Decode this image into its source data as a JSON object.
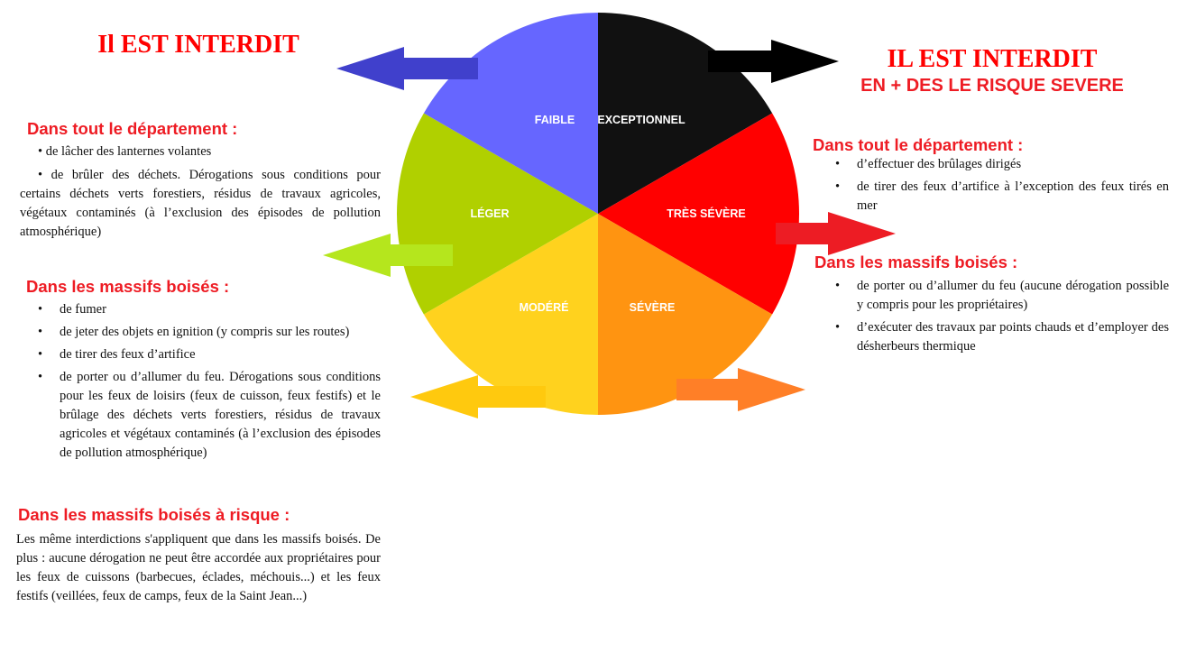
{
  "left": {
    "title": "Il EST INTERDIT",
    "sections": [
      {
        "heading": "Dans tout le département :",
        "items": [
          "de lâcher des lanternes volantes",
          "de brûler des déchets. Dérogations sous conditions pour certains déchets verts forestiers, résidus de travaux agricoles, végétaux contaminés (à l’exclusion des épisodes de pollution atmosphérique)"
        ]
      },
      {
        "heading": "Dans les massifs boisés :",
        "items": [
          "de fumer",
          "de jeter des objets en ignition (y compris sur les routes)",
          "de tirer des feux d’artifice",
          "de porter ou d’allumer du feu. Dérogations sous conditions pour les feux de loisirs (feux de cuisson, feux festifs) et le brûlage des déchets verts forestiers, résidus de travaux agricoles et végétaux contaminés (à l’exclusion des épisodes de pollution atmosphérique)"
        ]
      },
      {
        "heading": "Dans les massifs boisés à risque :",
        "text": "Les même interdictions s'appliquent que dans les massifs boisés. De plus : aucune dérogation ne peut être accordée aux propriétaires pour les feux de cuissons (barbecues, éclades, méchouis...) et les feux festifs (veillées, feux de camps, feux de la Saint Jean...)"
      }
    ]
  },
  "right": {
    "title": "IL EST INTERDIT",
    "subtitle": "EN + DES LE RISQUE SEVERE",
    "sections": [
      {
        "heading": "Dans tout le département :",
        "items": [
          "d’effectuer des brûlages dirigés",
          "de tirer des feux d’artifice à l’exception des feux tirés en mer"
        ]
      },
      {
        "heading": "Dans les massifs boisés :",
        "items": [
          "de porter ou d’allumer du feu (aucune dérogation possible y compris pour les propriétaires)",
          "d’exécuter des travaux par points chauds et d’employer des désherbeurs thermique"
        ]
      }
    ]
  },
  "wheel": {
    "levels": [
      {
        "label": "EXCEPTIONNEL",
        "color": "#111111",
        "arrow": "#000000"
      },
      {
        "label": "TRÈS SÉVÈRE",
        "color": "#ff0000",
        "arrow": "#ed1c24"
      },
      {
        "label": "SÉVÈRE",
        "color": "#ff9411",
        "arrow": "#ff7f27"
      },
      {
        "label": "MODÉRÉ",
        "color": "#ffd21e",
        "arrow": "#ffc90e"
      },
      {
        "label": "LÉGER",
        "color": "#b0d000",
        "arrow": "#b5e61d"
      },
      {
        "label": "FAIBLE",
        "color": "#6666ff",
        "arrow": "#4040cc"
      }
    ]
  }
}
